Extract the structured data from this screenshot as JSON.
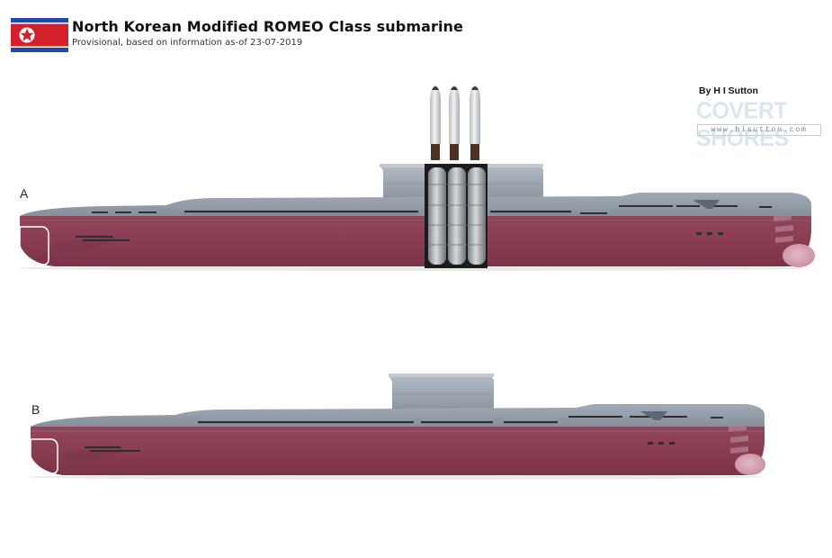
{
  "header": {
    "title": "North Korean Modified ROMEO Class submarine",
    "subtitle": "Provisional, based on information as-of 23-07-2019",
    "flag_icon": "north-korea-flag-icon"
  },
  "credit": {
    "byline": "By H I Sutton",
    "watermark_name": "COVERT SHORES",
    "watermark_url": "www.hisutton.com"
  },
  "variants": [
    {
      "label": "A",
      "missiles_shown": 3
    },
    {
      "label": "B"
    }
  ],
  "colors": {
    "hull_upper": "#8e98a4",
    "hull_lower": "#8c3f55",
    "sail": "#9aa3ad",
    "missile_body": "#e4e6e8",
    "missile_base": "#5a3a2a",
    "flag_red": "#d4202a",
    "flag_blue": "#1f4aa8",
    "watermark": "#dbe7ef"
  }
}
